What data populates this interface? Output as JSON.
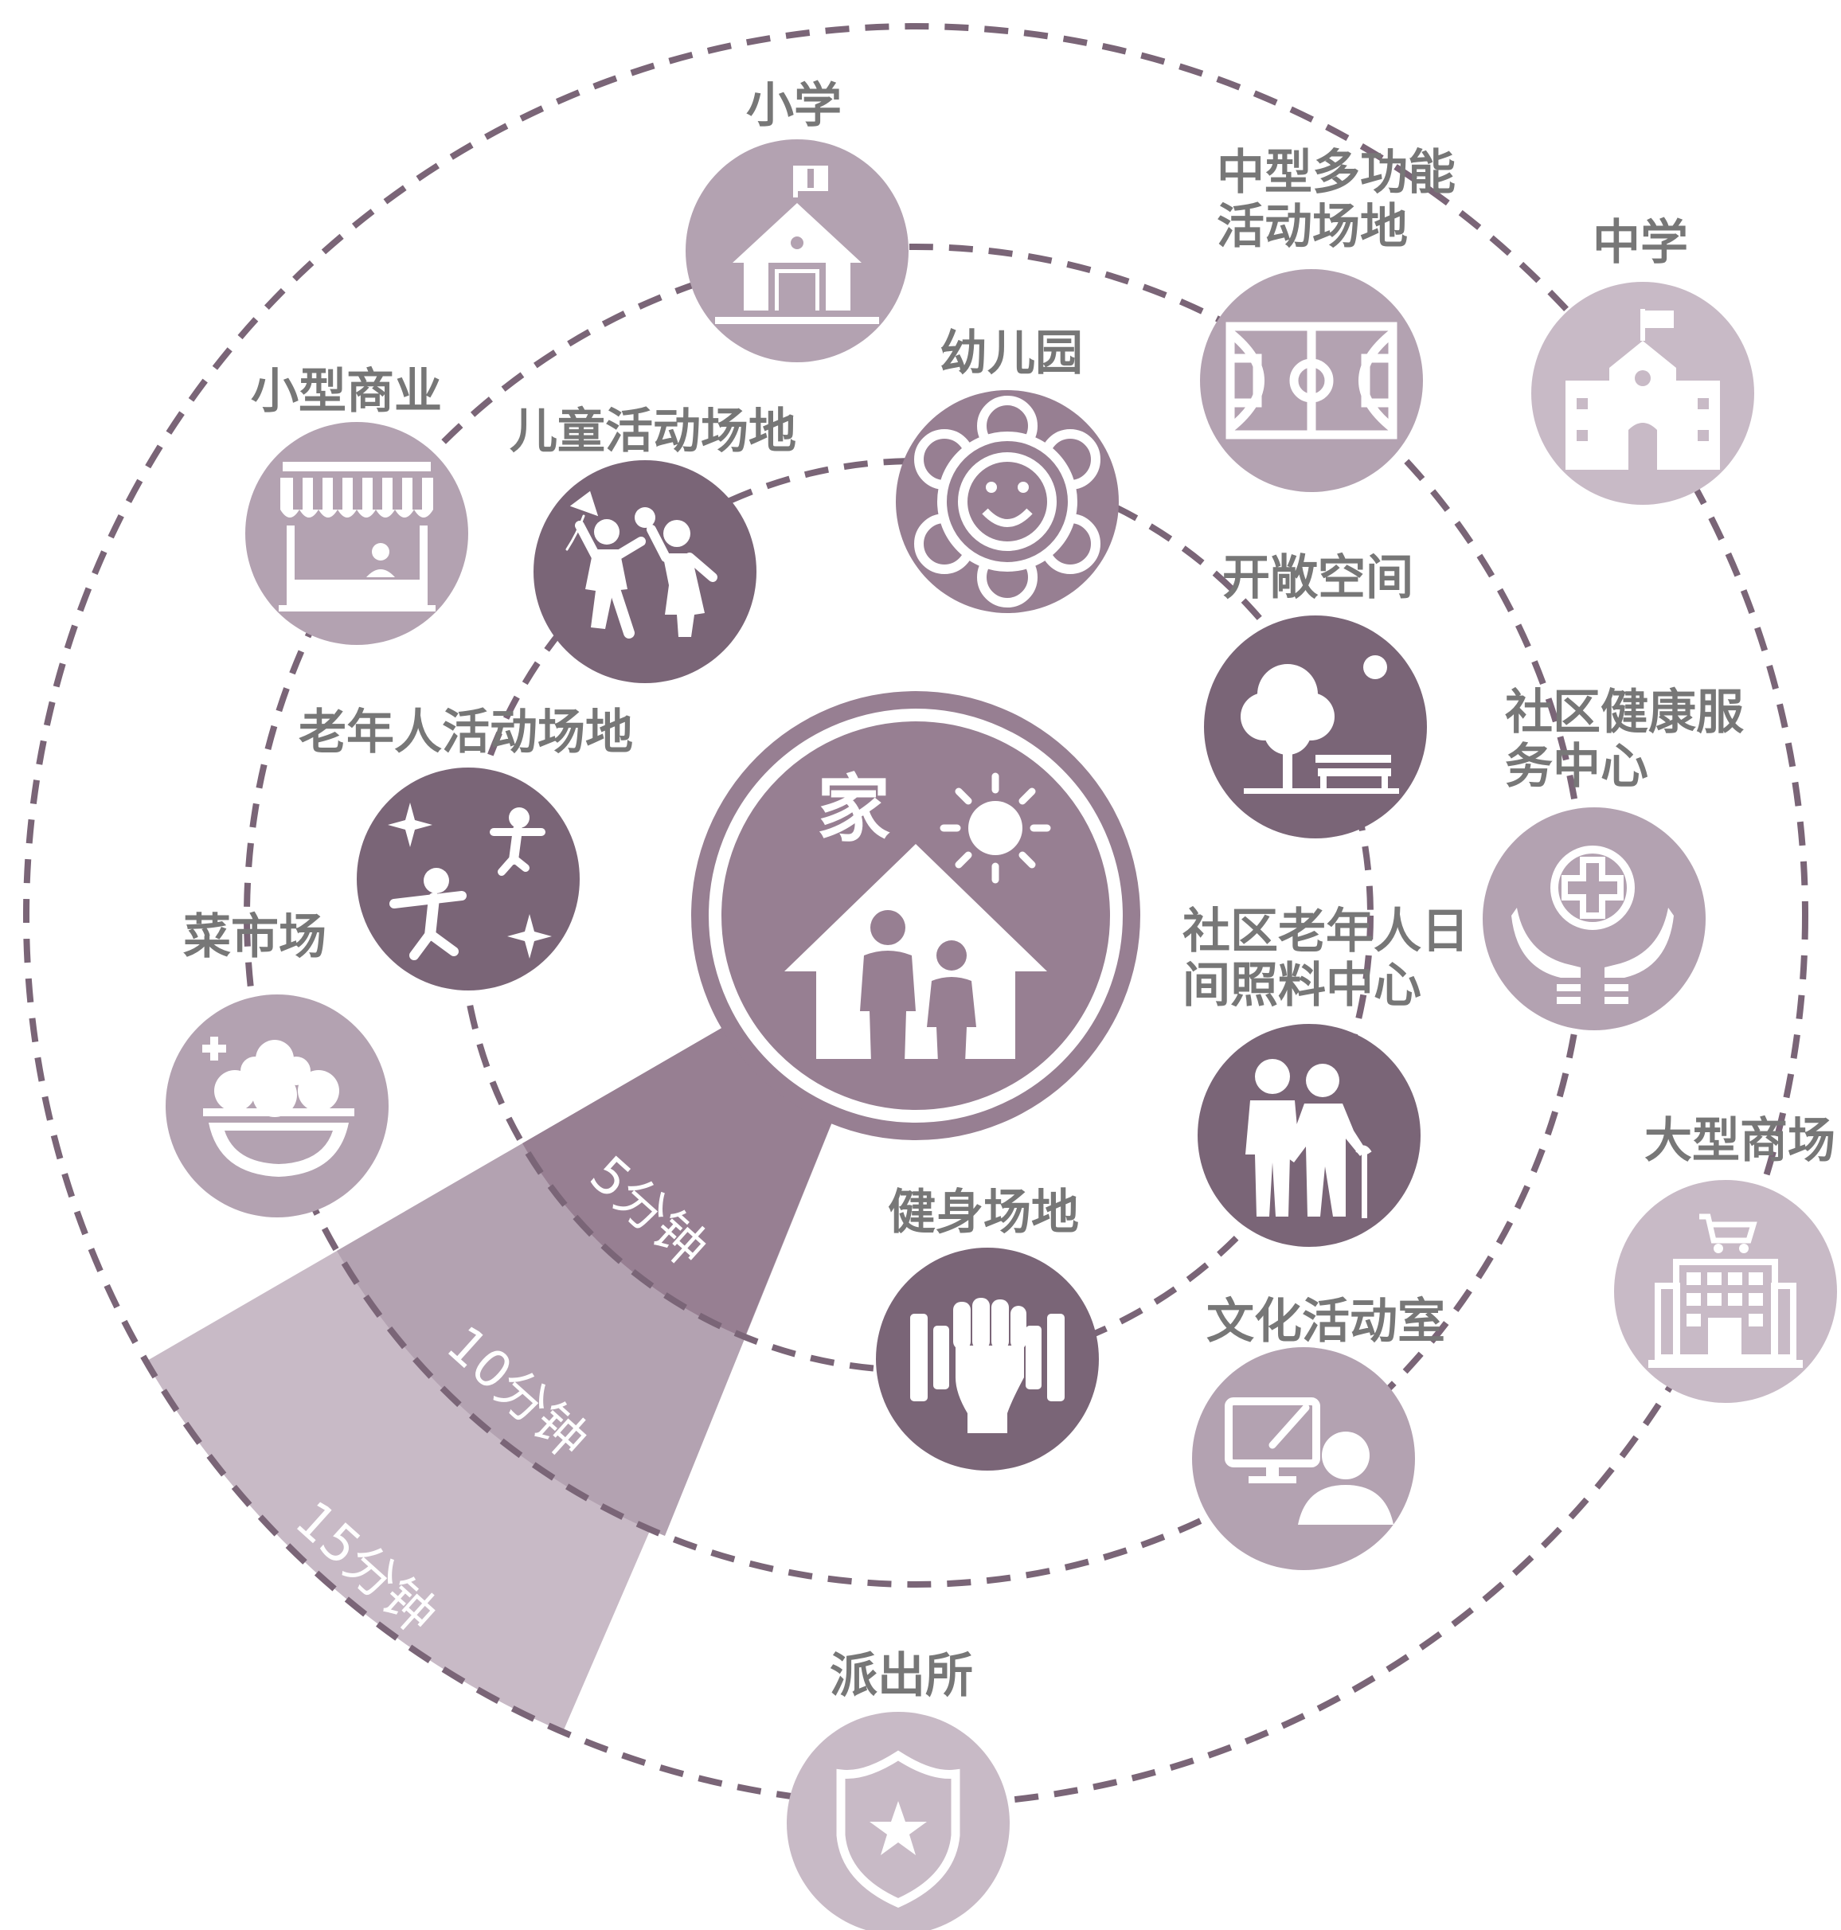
{
  "colors": {
    "ring": "#7a6577",
    "inner": "#977f92",
    "middle": "#b3a2b1",
    "outer": "#c8bac6",
    "center": "#977f92",
    "label": "#777777"
  },
  "center": {
    "label": "家",
    "icon": "home-family-sun-icon"
  },
  "bands": [
    {
      "label": "5分钟"
    },
    {
      "label": "10分钟"
    },
    {
      "label": "15分钟"
    }
  ],
  "facilities": {
    "kindergarten": {
      "label": "幼儿园",
      "icon": "smiling-flower-icon",
      "tier": "inner"
    },
    "children_activity": {
      "label": "儿童活动场地",
      "icon": "children-playing-icon",
      "tier": "inner"
    },
    "elderly_activity": {
      "label": "老年人活动场地",
      "icon": "exercise-figures-icon",
      "tier": "inner"
    },
    "open_space": {
      "label": "开敞空间",
      "icon": "tree-bench-icon",
      "tier": "inner"
    },
    "elderly_daycare": {
      "label1": "社区老年人日",
      "label2": "间照料中心",
      "icon": "elderly-couple-cane-icon",
      "tier": "inner"
    },
    "fitness": {
      "label": "健身场地",
      "icon": "fist-dumbbell-icon",
      "tier": "inner"
    },
    "primary_school": {
      "label": "小学",
      "icon": "schoolhouse-icon",
      "tier": "middle"
    },
    "small_business": {
      "label": "小型商业",
      "icon": "storefront-icon",
      "tier": "middle"
    },
    "multi_function": {
      "label1": "中型多功能",
      "label2": "活动场地",
      "icon": "basketball-court-icon",
      "tier": "middle"
    },
    "health_center": {
      "label1": "社区健康服",
      "label2": "务中心",
      "icon": "medical-cross-hands-icon",
      "tier": "middle"
    },
    "cultural_room": {
      "label": "文化活动室",
      "icon": "monitor-painter-icon",
      "tier": "middle"
    },
    "vegetable_market": {
      "label": "菜市场",
      "icon": "fruit-bowl-icon",
      "tier": "middle"
    },
    "middle_school": {
      "label": "中学",
      "icon": "school-building-flag-icon",
      "tier": "outer"
    },
    "shopping_mall": {
      "label": "大型商场",
      "icon": "mall-cart-icon",
      "tier": "outer"
    },
    "police_station": {
      "label": "派出所",
      "icon": "shield-star-icon",
      "tier": "outer"
    }
  }
}
